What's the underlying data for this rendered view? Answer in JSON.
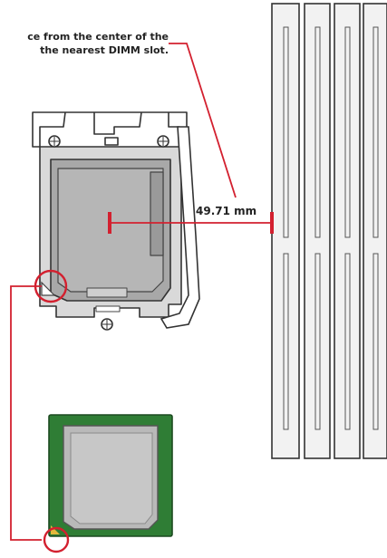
{
  "annotation": {
    "caption_line1": "ce from the center of the",
    "caption_line2": "the nearest DIMM slot.",
    "distance_label": "49.71 mm"
  },
  "dimm_slots": {
    "count": 4
  },
  "colors": {
    "accent_red": "#d3202f",
    "outline": "#333333",
    "socket_gray": "#a8a8a8",
    "cpu_green": "#2f7d35",
    "cpu_lid": "#b9b9b9",
    "slot_fill": "#f2f2f2"
  }
}
